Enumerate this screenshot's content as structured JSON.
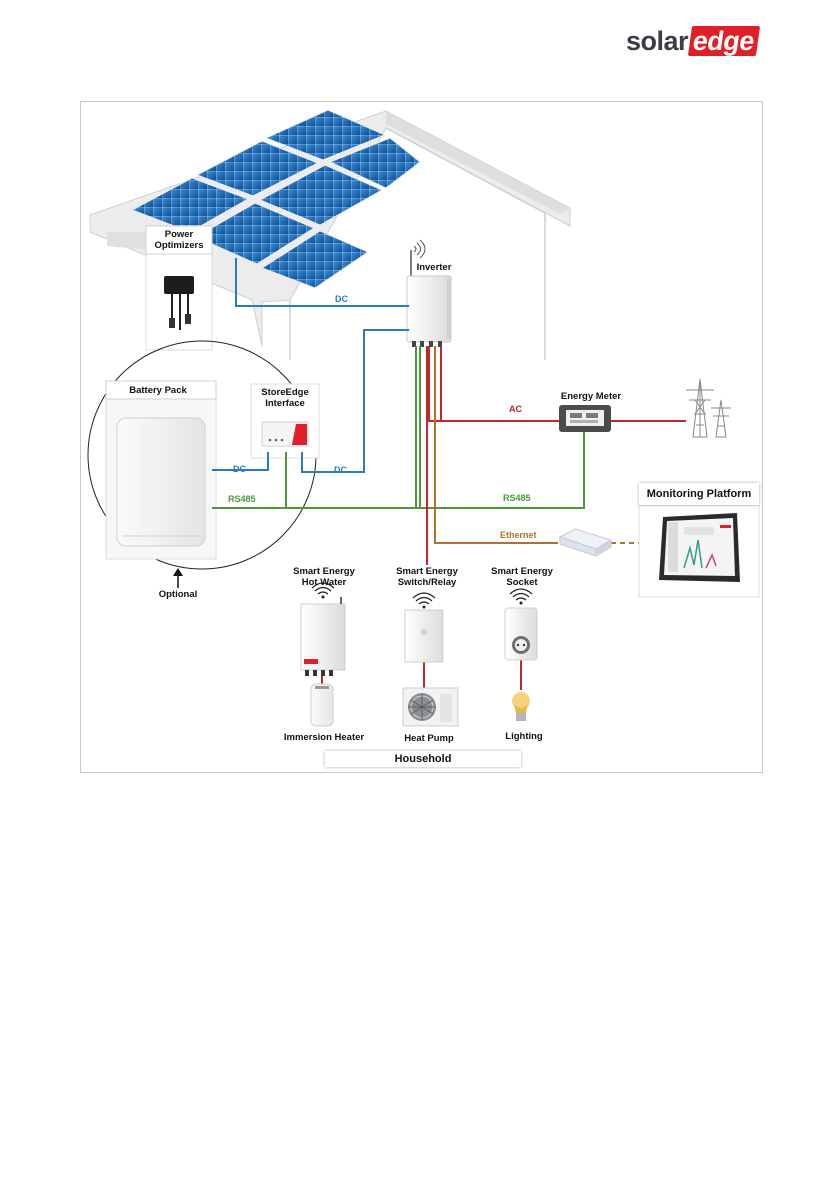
{
  "brand": {
    "logo_part1": "solar",
    "logo_part2": "edge",
    "accent": "#e21f26"
  },
  "colors": {
    "dc": "#2b7bbf",
    "ac": "#c0262b",
    "rs485": "#4a9a3a",
    "ethernet": "#b3702a"
  },
  "labels": {
    "power_optimizers": "Power\nOptimizers",
    "inverter": "Inverter",
    "battery_pack": "Battery Pack",
    "storeedge": "StoreEdge\nInterface",
    "energy_meter": "Energy Meter",
    "monitoring_platform": "Monitoring Platform",
    "optional": "Optional",
    "sm_hot_water": "Smart Energy\nHot Water",
    "sm_switch": "Smart Energy\nSwitch/Relay",
    "sm_socket": "Smart Energy\nSocket",
    "immersion_heater": "Immersion Heater",
    "heat_pump": "Heat Pump",
    "lighting": "Lighting",
    "household": "Household"
  },
  "wires": {
    "dc_top": "DC",
    "dc_battery": "DC",
    "dc_storeedge": "DC",
    "ac": "AC",
    "rs485_left": "RS485",
    "rs485_right": "RS485",
    "ethernet": "Ethernet"
  }
}
